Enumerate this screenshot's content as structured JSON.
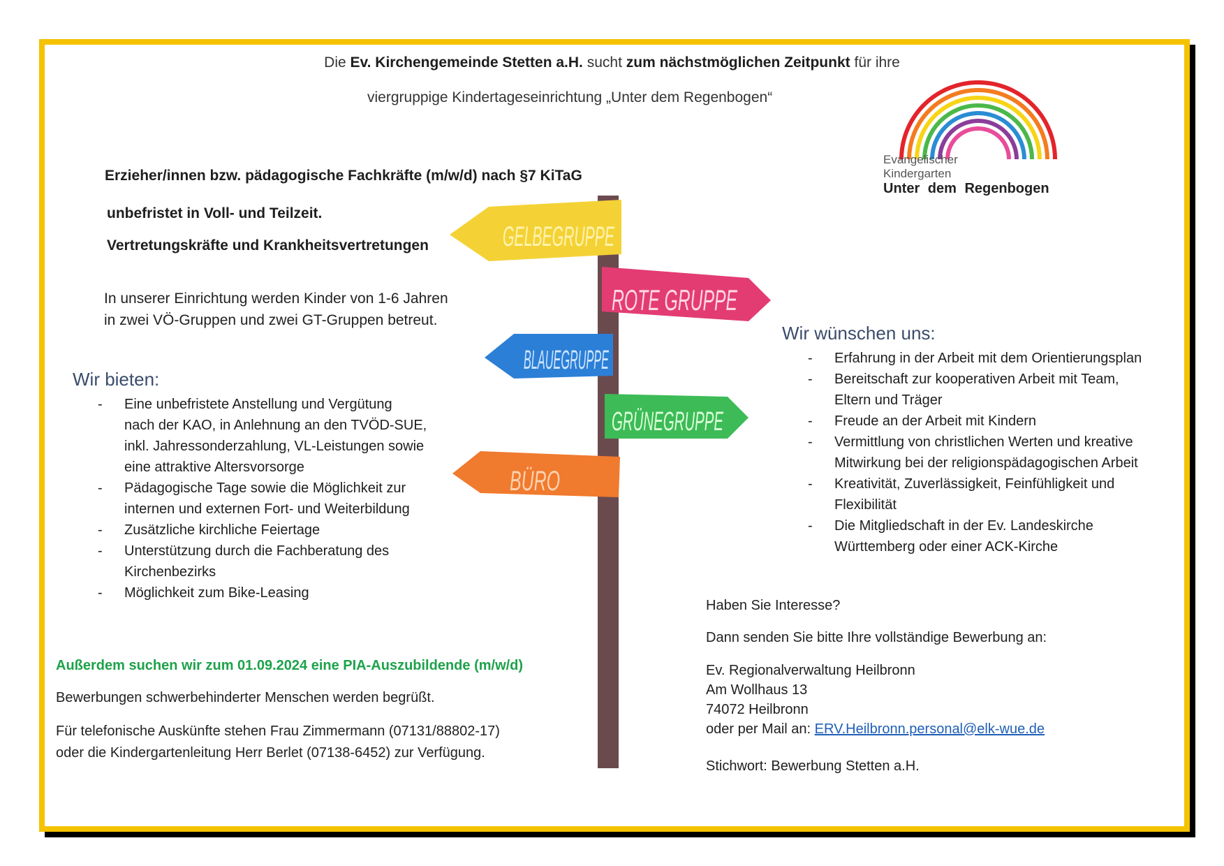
{
  "intro": {
    "line1_pre": "Die",
    "line1_org": "Ev. Kirchengemeinde Stetten a.H.",
    "line1_mid": "sucht",
    "line1_bold": "zum nächstmöglichen Zeitpunkt",
    "line1_post": "für ihre",
    "line2": "viergruppige Kindertageseinrichtung „Unter dem Regenbogen“"
  },
  "logo": {
    "line1": "Evangelischer",
    "line2": "Kindergarten",
    "line3": "Unter dem Regenbogen",
    "colors": [
      "#e3242b",
      "#f47c20",
      "#f7d417",
      "#4bb84a",
      "#2a8dd4",
      "#8b3d9a",
      "#e84c9a"
    ]
  },
  "job": {
    "title": "Erzieher/innen bzw. pädagogische Fachkräfte (m/w/d) nach §7 KiTaG",
    "line2": "unbefristet in Voll- und Teilzeit.",
    "line3": "Vertretungskräfte und Krankheitsvertretungen",
    "desc1": "In unserer Einrichtung werden Kinder von 1-6 Jahren",
    "desc2": "in zwei VÖ-Gruppen und zwei GT-Gruppen betreut."
  },
  "signs": {
    "gelb": "GELBEGRUPPE",
    "rot": "ROTE GRUPPE",
    "blau": "BLAUEGRUPPE",
    "gruen": "GRÜNEGRUPPE",
    "buero": "BÜRO",
    "colors": {
      "gelb": "#f4d235",
      "rot": "#e33c73",
      "blau": "#2c7fd6",
      "gruen": "#3dbb57",
      "buero": "#f07a2e",
      "pole": "#6b4a4e"
    }
  },
  "bieten": {
    "heading": "Wir bieten:",
    "dash": "-",
    "items": [
      [
        "Eine unbefristete Anstellung und Vergütung",
        "nach der KAO, in Anlehnung an den TVÖD-SUE,",
        "inkl. Jahressonderzahlung, VL-Leistungen sowie",
        "eine attraktive Altersvorsorge"
      ],
      [
        "Pädagogische Tage sowie die Möglichkeit zur",
        "internen und externen Fort- und Weiterbildung"
      ],
      [
        "Zusätzliche kirchliche Feiertage"
      ],
      [
        "Unterstützung durch die Fachberatung des",
        "Kirchenbezirks"
      ],
      [
        "Möglichkeit zum Bike-Leasing"
      ]
    ]
  },
  "wuenschen": {
    "heading": "Wir wünschen uns:",
    "items": [
      [
        "Erfahrung in der Arbeit mit dem Orientierungsplan"
      ],
      [
        "Bereitschaft zur kooperativen Arbeit mit Team,",
        "Eltern und Träger"
      ],
      [
        "Freude an der Arbeit mit Kindern"
      ],
      [
        "Vermittlung von christlichen Werten und kreative",
        "Mitwirkung bei der religionspädagogischen Arbeit"
      ],
      [
        "Kreativität, Zuverlässigkeit, Feinfühligkeit und",
        "Flexibilität"
      ],
      [
        "Die Mitgliedschaft in der Ev. Landeskirche",
        "Württemberg oder einer ACK-Kirche"
      ]
    ]
  },
  "pia": "Außerdem suchen wir zum 01.09.2024 eine PIA-Auszubildende (m/w/d)",
  "behindert": "Bewerbungen schwerbehinderter Menschen werden begrüßt.",
  "telefon1": "Für telefonische Auskünfte stehen Frau Zimmermann (07131/88802-17)",
  "telefon2": "oder die Kindergartenleitung Herr Berlet (07138-6452) zur Verfügung.",
  "contact": {
    "q": "Haben Sie Interesse?",
    "send": "Dann senden Sie bitte Ihre vollständige Bewerbung an:",
    "addr1": "Ev. Regionalverwaltung Heilbronn",
    "addr2": "Am Wollhaus 13",
    "addr3": "74072 Heilbronn",
    "mail_pre": "oder per Mail an:",
    "mail": "ERV.Heilbronn.personal@elk-wue.de",
    "stichwort": "Stichwort: Bewerbung Stetten a.H."
  }
}
